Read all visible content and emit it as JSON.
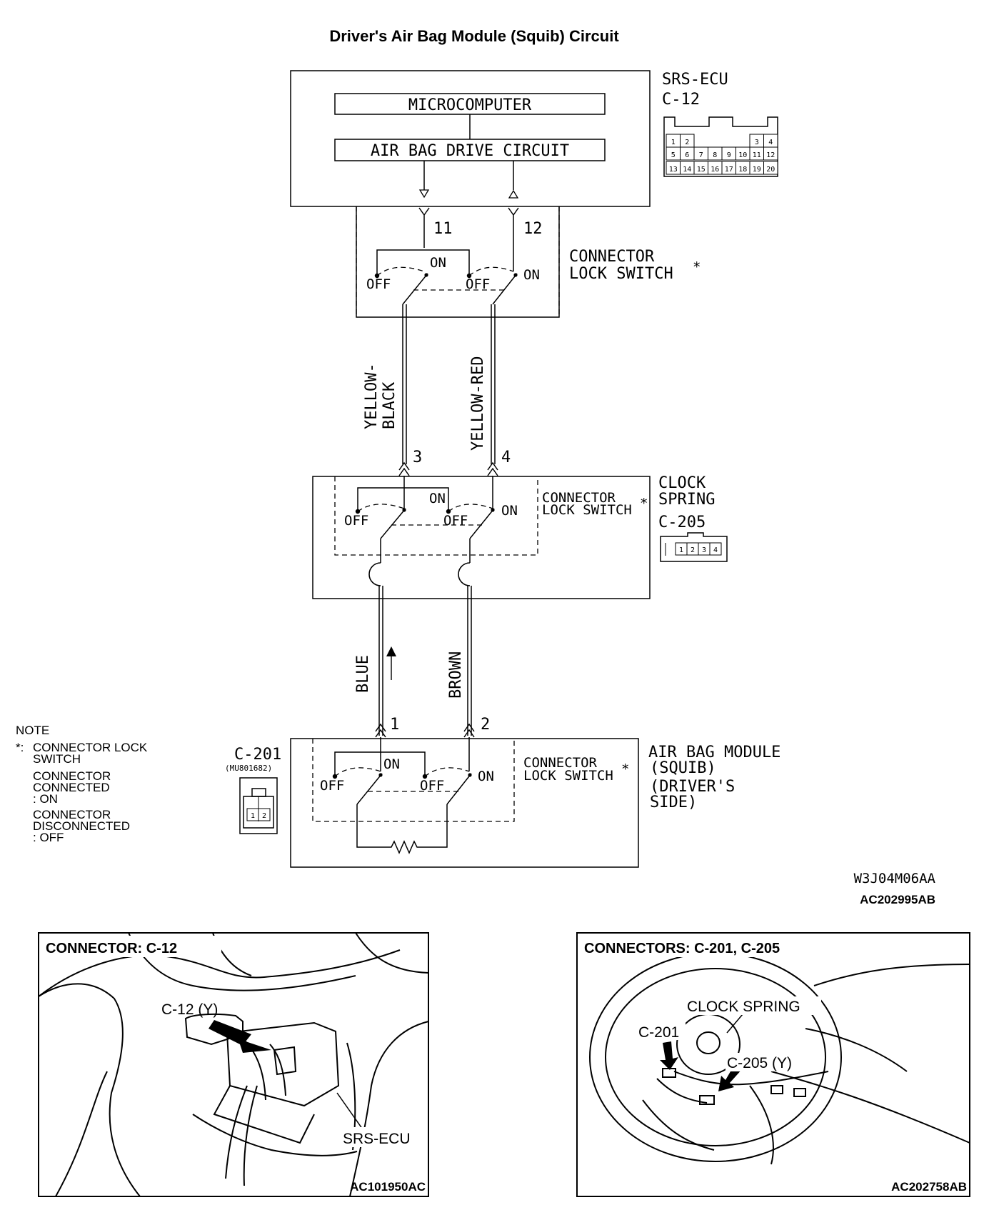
{
  "title": "Driver's Air Bag Module (Squib) Circuit",
  "srs_ecu": {
    "name": "SRS-ECU",
    "connector": "C-12",
    "microcomputer": "MICROCOMPUTER",
    "drive_circuit": "AIR BAG DRIVE CIRCUIT",
    "pins_row1": [
      "1",
      "2",
      "3",
      "4"
    ],
    "pins_row2": [
      "5",
      "6",
      "7",
      "8",
      "9",
      "10",
      "11",
      "12"
    ],
    "pins_row3": [
      "13",
      "14",
      "15",
      "16",
      "17",
      "18",
      "19",
      "20"
    ]
  },
  "lock_switch": {
    "label_line1": "CONNECTOR",
    "label_line2": "LOCK SWITCH",
    "asterisk": "*",
    "on": "ON",
    "off": "OFF"
  },
  "terminals": {
    "ecu_left": "11",
    "ecu_right": "12",
    "cs_left": "3",
    "cs_right": "4",
    "ab_left": "1",
    "ab_right": "2"
  },
  "wires": {
    "upper_left_1": "YELLOW-",
    "upper_left_2": "BLACK",
    "upper_right": "YELLOW-RED",
    "lower_left": "BLUE",
    "lower_right": "BROWN"
  },
  "clock_spring": {
    "name_line1": "CLOCK",
    "name_line2": "SPRING",
    "connector": "C-205",
    "pins": [
      "1",
      "2",
      "3",
      "4"
    ]
  },
  "airbag_module": {
    "line1": "AIR BAG MODULE",
    "line2": "(SQUIB)",
    "line3": "(DRIVER'S",
    "line4": "SIDE)"
  },
  "c201": {
    "connector": "C-201",
    "part_number": "(MU801682)",
    "pins": [
      "1",
      "2"
    ]
  },
  "note": {
    "heading": "NOTE",
    "asterisk": "*:",
    "line1": "CONNECTOR LOCK",
    "line2": "SWITCH",
    "line3": "CONNECTOR",
    "line4": "CONNECTED",
    "line5": ":  ON",
    "line6": "CONNECTOR",
    "line7": "DISCONNECTED",
    "line8": ":  OFF"
  },
  "codes": {
    "diagram_code": "W3J04M06AA",
    "figure_code": "AC202995AB"
  },
  "panel_left": {
    "heading": "CONNECTOR: C-12",
    "callout_connector": "C-12 (Y)",
    "callout_ecu": "SRS-ECU",
    "code": "AC101950AC"
  },
  "panel_right": {
    "heading": "CONNECTORS: C-201, C-205",
    "callout_clock_spring": "CLOCK SPRING",
    "callout_c201": "C-201",
    "callout_c205": "C-205 (Y)",
    "code": "AC202758AB"
  }
}
